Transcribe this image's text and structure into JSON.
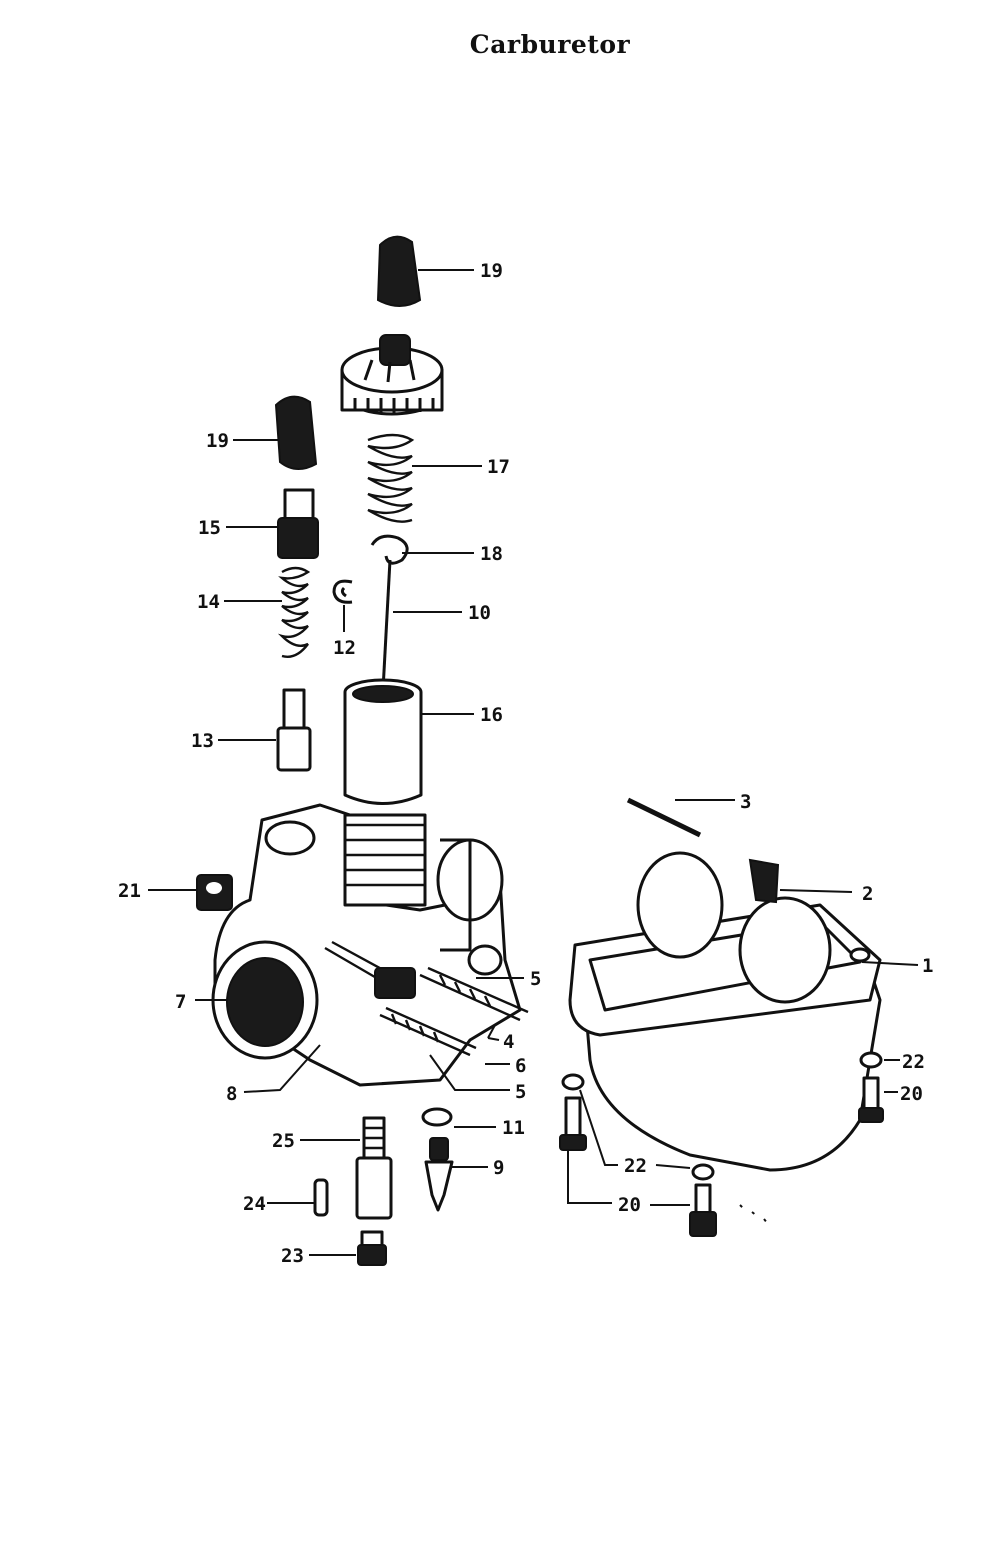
{
  "title": "Carburetor",
  "callouts": {
    "c1": "1",
    "c2": "2",
    "c3": "3",
    "c4": "4",
    "c5a": "5",
    "c5b": "5",
    "c6": "6",
    "c7": "7",
    "c8": "8",
    "c9": "9",
    "c10": "10",
    "c11": "11",
    "c12": "12",
    "c13": "13",
    "c14": "14",
    "c15": "15",
    "c16": "16",
    "c17": "17",
    "c18": "18",
    "c19a": "19",
    "c19b": "19",
    "c20a": "20",
    "c20b": "20",
    "c21": "21",
    "c22a": "22",
    "c22b": "22",
    "c23": "23",
    "c24": "24",
    "c25": "25"
  }
}
